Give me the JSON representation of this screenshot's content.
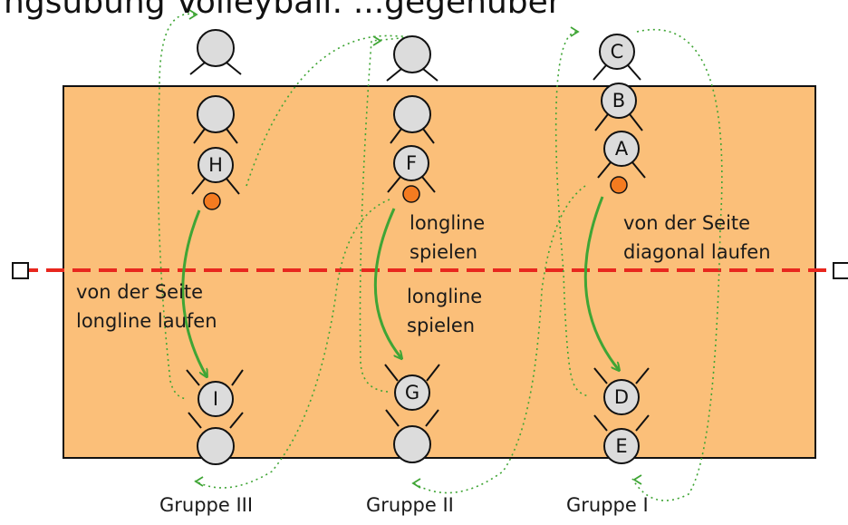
{
  "title": "ngsübung Volleyball: ...gegenüber",
  "groups": [
    {
      "label": "Gruppe III",
      "players": [
        "H",
        "I"
      ]
    },
    {
      "label": "Gruppe II",
      "players": [
        "F",
        "G"
      ]
    },
    {
      "label": "Gruppe I",
      "players": [
        "C",
        "B",
        "A",
        "D",
        "E"
      ]
    }
  ],
  "notes": {
    "g3_line1": "von der Seite",
    "g3_line2": "longline laufen",
    "g2_top_line1": "longline",
    "g2_top_line2": "spielen",
    "g2_bot_line1": "longline",
    "g2_bot_line2": "spielen",
    "g1_line1": "von der Seite",
    "g1_line2": "diagonal laufen"
  },
  "colors": {
    "court": "#fbbf79",
    "net": "#e8271e",
    "ball": "#f47b20",
    "arrow": "#3fa535",
    "player": "#dcdcdc"
  }
}
